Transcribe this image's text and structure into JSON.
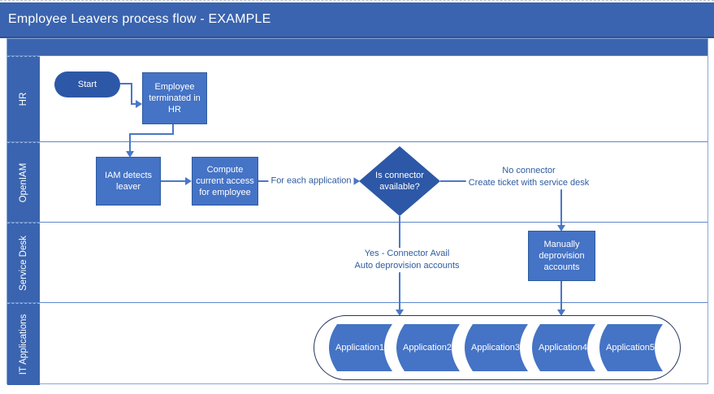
{
  "title": "Employee Leavers process flow - EXAMPLE",
  "lanes": [
    {
      "label": "HR"
    },
    {
      "label": "OpenIAM"
    },
    {
      "label": "Service Desk"
    },
    {
      "label": "IT Applications"
    }
  ],
  "nodes": {
    "start": {
      "label": "Start",
      "type": "terminator"
    },
    "employee_terminated": {
      "label": "Employee terminated in HR",
      "type": "process"
    },
    "iam_detects": {
      "label": "IAM detects leaver",
      "type": "process"
    },
    "compute_access": {
      "label": "Compute current access for employee",
      "type": "process"
    },
    "connector_decision": {
      "label": "Is connector available?",
      "type": "decision"
    },
    "manually_deprovision": {
      "label": "Manually deprovision accounts",
      "type": "process"
    },
    "applications": [
      "Application1",
      "Application2",
      "Application3",
      "Application4",
      "Application5"
    ]
  },
  "edge_labels": {
    "for_each_application": "For each application",
    "no_connector_line1": "No connector",
    "no_connector_line2": "Create ticket with service desk",
    "yes_line1": "Yes - Connector Avail",
    "yes_line2": "Auto deprovision accounts"
  },
  "colors": {
    "bar_blue": "#3a64af",
    "process_fill": "#4573c5",
    "process_border": "#2e5b9f",
    "terminator_fill": "#2d58a7",
    "connector_blue": "#4a77c7",
    "label_text_blue": "#2e5b9f",
    "container_outline": "#24355f"
  }
}
